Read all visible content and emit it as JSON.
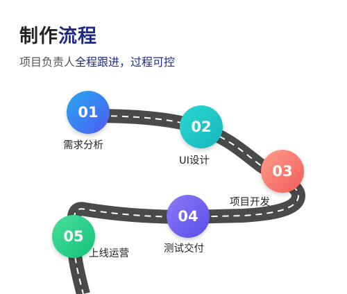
{
  "header": {
    "title_prefix": "制作",
    "title_accent": "流程",
    "subtitle_prefix": "项目负责人",
    "subtitle_accent": "全程跟进，过程可控"
  },
  "steps": [
    {
      "number": "01",
      "label": "需求分析",
      "color_from": "#2aa8f3",
      "color_to": "#4b5bf0"
    },
    {
      "number": "02",
      "label": "UI设计",
      "color_from": "#2ad8d0",
      "color_to": "#17b6bd"
    },
    {
      "number": "03",
      "label": "项目开发",
      "color_from": "#ff9f8a",
      "color_to": "#f25a5a"
    },
    {
      "number": "04",
      "label": "测试交付",
      "color_from": "#8a7cf7",
      "color_to": "#5a4ce8"
    },
    {
      "number": "05",
      "label": "上线运营",
      "color_from": "#46e09a",
      "color_to": "#17c07a"
    }
  ],
  "colors": {
    "road": "#4a4a4a",
    "road_marking": "#ffffff",
    "accent": "#1d2a87"
  }
}
